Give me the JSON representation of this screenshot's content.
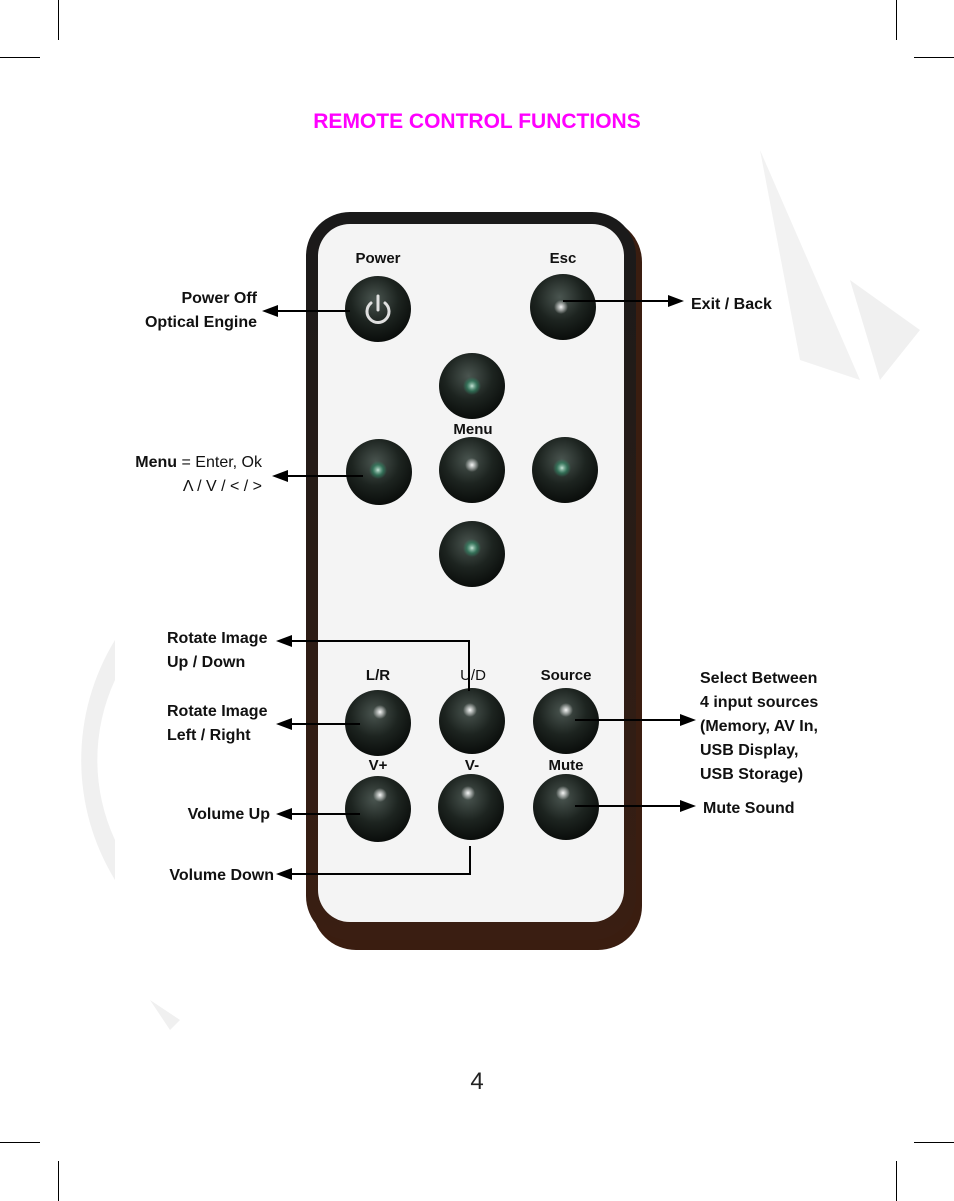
{
  "page": {
    "title": "REMOTE CONTROL FUNCTIONS",
    "page_number": "4"
  },
  "remote": {
    "buttons": {
      "power": "Power",
      "esc": "Esc",
      "menu": "Menu",
      "lr": "L/R",
      "ud": "U/D",
      "source": "Source",
      "vplus": "V+",
      "vminus": "V-",
      "mute": "Mute"
    }
  },
  "annotations": {
    "power_line1": "Power Off",
    "power_line2": "Optical Engine",
    "exit": "Exit / Back",
    "menu_line1_bold": "Menu",
    "menu_line1_rest": " = Enter, Ok",
    "menu_line2": "Λ / V / < / >",
    "rotate_ud_line1": "Rotate Image",
    "rotate_ud_line2": "Up / Down",
    "rotate_lr_line1": "Rotate Image",
    "rotate_lr_line2": "Left / Right",
    "select_line1": "Select Between",
    "select_line2": "4 input sources",
    "select_line3": "(Memory, AV In,",
    "select_line4": "USB Display,",
    "select_line5": "USB Storage)",
    "volume_up": "Volume Up",
    "volume_down": "Volume Down",
    "mute_sound": "Mute Sound"
  },
  "colors": {
    "title": "#ff00ff",
    "remote_body": "#f4f4f4",
    "remote_border": "#1a1a1a",
    "button": "#151a17",
    "watermark": "#eeeeee"
  }
}
